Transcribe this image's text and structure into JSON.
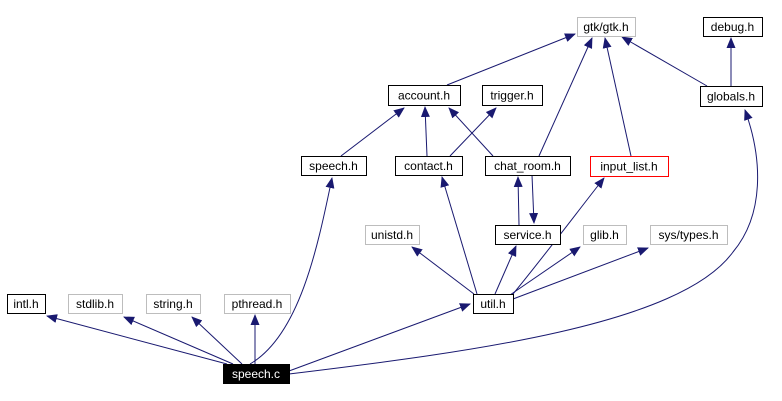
{
  "diagram": {
    "type": "include-dependency-graph",
    "root_file": "speech.c",
    "colors": {
      "background": "#ffffff",
      "edge": "#191970",
      "node_fill": "#ffffff",
      "project_border": "#000000",
      "system_border": "#bdbdbd",
      "truncated_border": "#ff0000",
      "root_fill": "#000000",
      "root_text": "#ffffff",
      "label_text": "#000000"
    },
    "nodes": [
      {
        "id": "gtk",
        "label": "gtk/gtk.h",
        "kind": "system"
      },
      {
        "id": "debug",
        "label": "debug.h",
        "kind": "project"
      },
      {
        "id": "account",
        "label": "account.h",
        "kind": "project"
      },
      {
        "id": "trigger",
        "label": "trigger.h",
        "kind": "project"
      },
      {
        "id": "globals",
        "label": "globals.h",
        "kind": "project"
      },
      {
        "id": "speech_h",
        "label": "speech.h",
        "kind": "project"
      },
      {
        "id": "contact",
        "label": "contact.h",
        "kind": "project"
      },
      {
        "id": "chat_room",
        "label": "chat_room.h",
        "kind": "project"
      },
      {
        "id": "input_list",
        "label": "input_list.h",
        "kind": "truncated"
      },
      {
        "id": "unistd",
        "label": "unistd.h",
        "kind": "system"
      },
      {
        "id": "service",
        "label": "service.h",
        "kind": "project"
      },
      {
        "id": "glib",
        "label": "glib.h",
        "kind": "system"
      },
      {
        "id": "sys_types",
        "label": "sys/types.h",
        "kind": "system"
      },
      {
        "id": "util",
        "label": "util.h",
        "kind": "project"
      },
      {
        "id": "intl",
        "label": "intl.h",
        "kind": "project"
      },
      {
        "id": "stdlib",
        "label": "stdlib.h",
        "kind": "system"
      },
      {
        "id": "string",
        "label": "string.h",
        "kind": "system"
      },
      {
        "id": "pthread",
        "label": "pthread.h",
        "kind": "system"
      },
      {
        "id": "speech_c",
        "label": "speech.c",
        "kind": "root"
      }
    ],
    "edges": [
      {
        "from": "speech_c",
        "to": "intl"
      },
      {
        "from": "speech_c",
        "to": "stdlib"
      },
      {
        "from": "speech_c",
        "to": "string"
      },
      {
        "from": "speech_c",
        "to": "pthread"
      },
      {
        "from": "speech_c",
        "to": "speech_h"
      },
      {
        "from": "speech_c",
        "to": "util"
      },
      {
        "from": "speech_c",
        "to": "globals"
      },
      {
        "from": "speech_h",
        "to": "account"
      },
      {
        "from": "contact",
        "to": "account"
      },
      {
        "from": "chat_room",
        "to": "account"
      },
      {
        "from": "contact",
        "to": "trigger"
      },
      {
        "from": "account",
        "to": "gtk"
      },
      {
        "from": "chat_room",
        "to": "gtk"
      },
      {
        "from": "input_list",
        "to": "gtk"
      },
      {
        "from": "globals",
        "to": "gtk"
      },
      {
        "from": "globals",
        "to": "debug"
      },
      {
        "from": "service",
        "to": "chat_room"
      },
      {
        "from": "chat_room",
        "to": "service"
      },
      {
        "from": "util",
        "to": "unistd"
      },
      {
        "from": "util",
        "to": "contact"
      },
      {
        "from": "util",
        "to": "service"
      },
      {
        "from": "util",
        "to": "glib"
      },
      {
        "from": "util",
        "to": "sys_types"
      },
      {
        "from": "util",
        "to": "input_list"
      }
    ]
  }
}
